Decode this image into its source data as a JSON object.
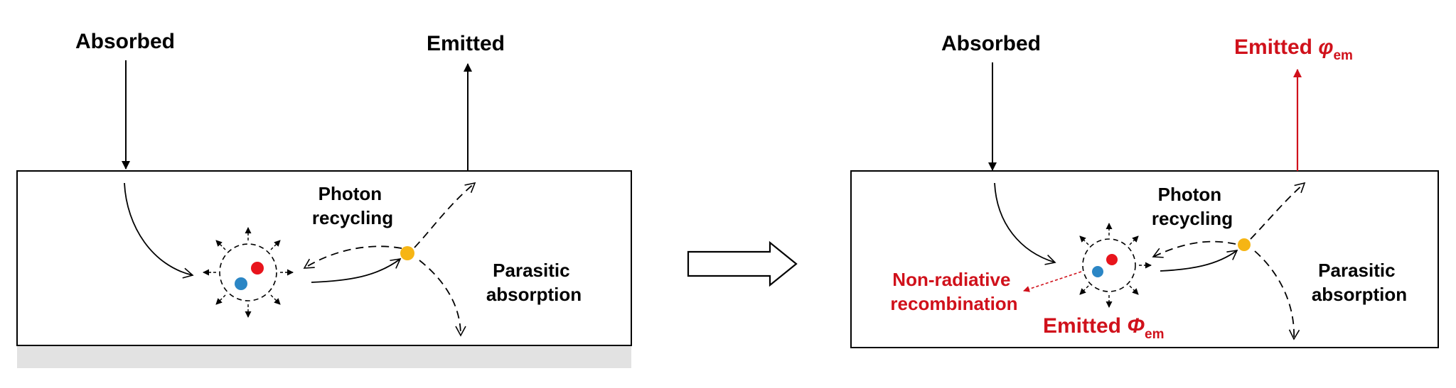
{
  "colors": {
    "black": "#000000",
    "highlight_red": "#d0111b",
    "electron_red": "#e8141c",
    "hole_blue": "#2b86c5",
    "photon_yellow": "#f6b514",
    "shadow_grey": "#e2e2e2"
  },
  "left_panel": {
    "absorbed": "Absorbed",
    "emitted": "Emitted",
    "photon_recycling": [
      "Photon",
      "recycling"
    ],
    "parasitic_absorption": [
      "Parasitic",
      "absorption"
    ]
  },
  "transition_arrow": "hollow-right-arrow-icon",
  "right_panel": {
    "absorbed": "Absorbed",
    "emitted_external": {
      "text": "Emitted ",
      "symbol": "φ",
      "subscript": "em"
    },
    "photon_recycling": [
      "Photon",
      "recycling"
    ],
    "parasitic_absorption": [
      "Parasitic",
      "absorption"
    ],
    "non_radiative": [
      "Non-radiative",
      "recombination"
    ],
    "emitted_internal": {
      "text": "Emitted ",
      "symbol": "Φ",
      "subscript": "em"
    }
  }
}
